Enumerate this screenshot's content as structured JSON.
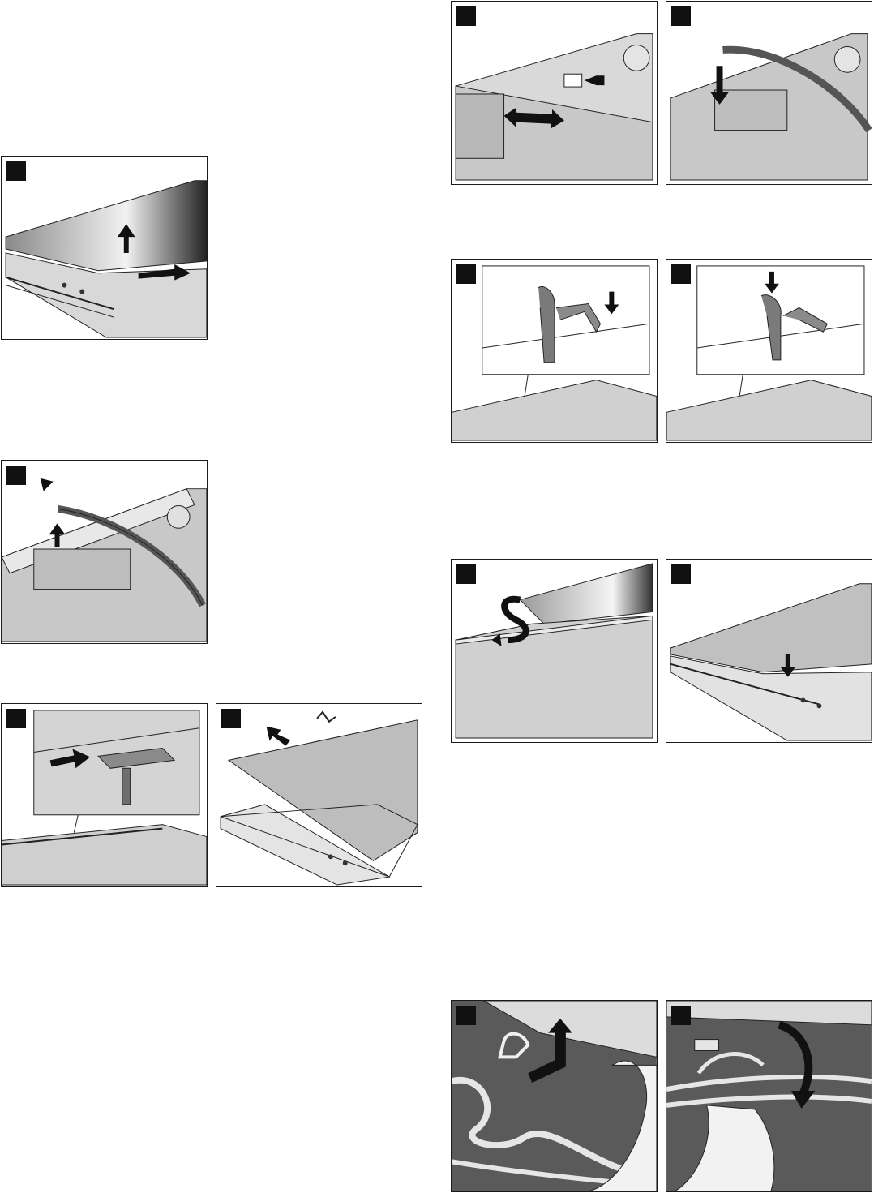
{
  "document": {
    "type": "assembly-instructions",
    "panel_count": 12,
    "colors": {
      "frame": "#1a1a1a",
      "grey_fill": "#c8c8c8",
      "dark_grey": "#6e6e6e",
      "arrow": "#111111",
      "step_badge": "#111111"
    }
  },
  "panels": [
    {
      "id": "p1",
      "subject": "door-glass-lift-out"
    },
    {
      "id": "p2",
      "subject": "seal-removal"
    },
    {
      "id": "p3",
      "subject": "clip-insert-detail"
    },
    {
      "id": "p4",
      "subject": "glass-pane-removal"
    },
    {
      "id": "p5",
      "subject": "hinge-slide-in"
    },
    {
      "id": "p6",
      "subject": "seal-push-in"
    },
    {
      "id": "p7",
      "subject": "clip-press-down-left"
    },
    {
      "id": "p8",
      "subject": "clip-press-down-right"
    },
    {
      "id": "p9",
      "subject": "glass-rotate-insert"
    },
    {
      "id": "p10",
      "subject": "glass-lower-into-clips"
    },
    {
      "id": "p11",
      "subject": "heater-unhook"
    },
    {
      "id": "p12",
      "subject": "heater-fold-down"
    }
  ]
}
